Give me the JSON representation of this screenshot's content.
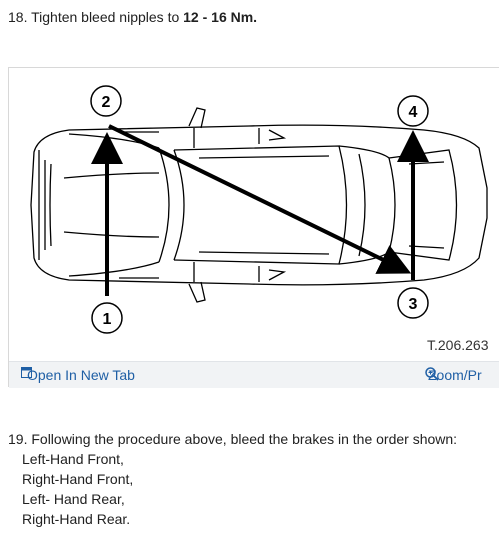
{
  "step18": {
    "prefix": "18. Tighten bleed nipples to ",
    "torque": "12 - 16 Nm."
  },
  "figure": {
    "callouts": [
      "1",
      "2",
      "3",
      "4"
    ],
    "caption": "T.206.263",
    "open_tab_label": "Open In New Tab",
    "zoom_label": "Zoom/Pr"
  },
  "step19": {
    "intro": "19. Following the procedure above, bleed the brakes in the order shown:",
    "items": [
      "Left-Hand Front,",
      "Right-Hand Front,",
      "Left- Hand Rear,",
      "Right-Hand Rear."
    ]
  }
}
